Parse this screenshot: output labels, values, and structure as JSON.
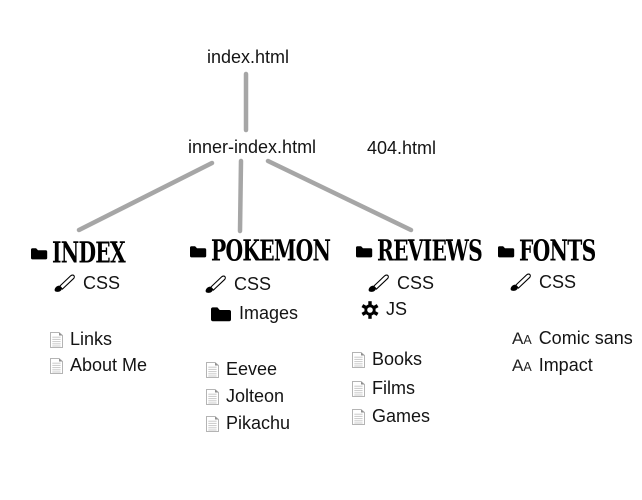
{
  "colors": {
    "connector": "#a6a6a6",
    "text": "#141414",
    "heading_text": "#000000",
    "document_icon_outline": "#b4b4b4"
  },
  "diagram": {
    "root_file": "index.html",
    "second_level": {
      "left": "inner-index.html",
      "right": "404.html"
    },
    "columns": [
      {
        "title": "INDEX",
        "assets": [
          {
            "icon": "paintbrush-icon",
            "label": "CSS"
          }
        ],
        "pages": [
          {
            "icon": "document-icon",
            "label": "Links"
          },
          {
            "icon": "document-icon",
            "label": "About Me"
          }
        ]
      },
      {
        "title": "POKEMON",
        "assets": [
          {
            "icon": "paintbrush-icon",
            "label": "CSS"
          },
          {
            "icon": "folder-icon",
            "label": "Images"
          }
        ],
        "pages": [
          {
            "icon": "document-icon",
            "label": "Eevee"
          },
          {
            "icon": "document-icon",
            "label": "Jolteon"
          },
          {
            "icon": "document-icon",
            "label": "Pikachu"
          }
        ]
      },
      {
        "title": "REVIEWS",
        "assets": [
          {
            "icon": "paintbrush-icon",
            "label": "CSS"
          },
          {
            "icon": "gear-icon",
            "label": "JS"
          }
        ],
        "pages": [
          {
            "icon": "document-icon",
            "label": "Books"
          },
          {
            "icon": "document-icon",
            "label": "Films"
          },
          {
            "icon": "document-icon",
            "label": "Games"
          }
        ]
      },
      {
        "title": "FONTS",
        "assets": [
          {
            "icon": "paintbrush-icon",
            "label": "CSS"
          }
        ],
        "pages": [
          {
            "icon": "font-icon",
            "label": "Comic sans"
          },
          {
            "icon": "font-icon",
            "label": "Impact"
          }
        ]
      }
    ]
  }
}
